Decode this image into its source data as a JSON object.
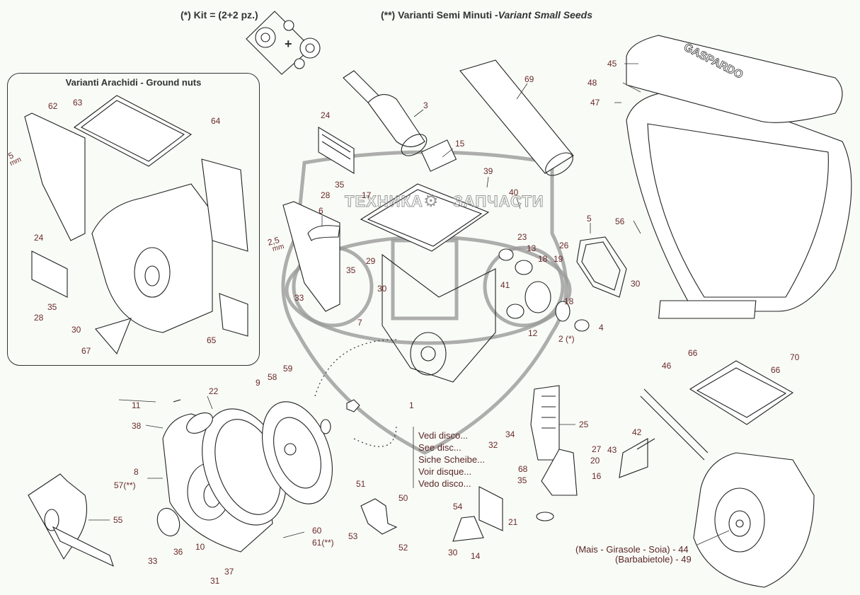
{
  "header": {
    "kit_note": "(*) Kit = (2+2 pz.)",
    "variant_prefix": "(**) Varianti Semi Minuti -",
    "variant_en": "Variant Small Seeds"
  },
  "inset": {
    "title": "Varianti Arachidi - Ground nuts",
    "labels": [
      "62",
      "63",
      "64",
      "5",
      "mm",
      "24",
      "35",
      "28",
      "30",
      "67",
      "65"
    ]
  },
  "watermark": {
    "left_text": "ТЕХНИКА",
    "right_text": "ЗАПЧАСТИ",
    "gear_icon": "gear-icon"
  },
  "brand_logo_text": "GASPARDO",
  "disc_note": [
    "Vedi disco...",
    "See disc...",
    "Siche Scheibe...",
    "Voir disque...",
    "Vedo disco..."
  ],
  "variant_note": {
    "line1": "(Mais - Girasole - Soia) - 44",
    "line2": "(Barbabietole) - 49"
  },
  "part_labels": {
    "p45": "45",
    "p48": "48",
    "p47": "47",
    "p69": "69",
    "p3": "3",
    "p15": "15",
    "p24": "24",
    "p35a": "35",
    "p28": "28",
    "p39": "39",
    "p40": "40",
    "p17": "17",
    "p6": "6",
    "p2_5": "2,5",
    "mm": "mm",
    "p5": "5",
    "p26": "26",
    "p30a": "30",
    "p56": "56",
    "p23": "23",
    "p13": "13",
    "p18a": "18",
    "p19": "19",
    "p29": "29",
    "p35b": "35",
    "p41": "41",
    "p18b": "18",
    "p4": "4",
    "p33a": "33",
    "p30b": "30",
    "p7": "7",
    "p12": "12",
    "p2": "2 (*)",
    "p11": "11",
    "p38": "38",
    "p22": "22",
    "p9": "9",
    "p58": "58",
    "p59": "59",
    "p8": "8",
    "p57": "57(**)",
    "p55": "55",
    "p10": "10",
    "p36": "36",
    "p33b": "33",
    "p37": "37",
    "p31": "31",
    "p60": "60",
    "p61": "61(**)",
    "p1": "1",
    "p51": "51",
    "p50": "50",
    "p53": "53",
    "p52": "52",
    "p54": "54",
    "p30c": "30",
    "p14": "14",
    "p25": "25",
    "p34": "34",
    "p32": "32",
    "p68": "68",
    "p35c": "35",
    "p27": "27",
    "p16": "16",
    "p21": "21",
    "p42": "42",
    "p43": "43",
    "p20": "20",
    "p66a": "66",
    "p46": "46",
    "p66b": "66",
    "p70": "70"
  }
}
